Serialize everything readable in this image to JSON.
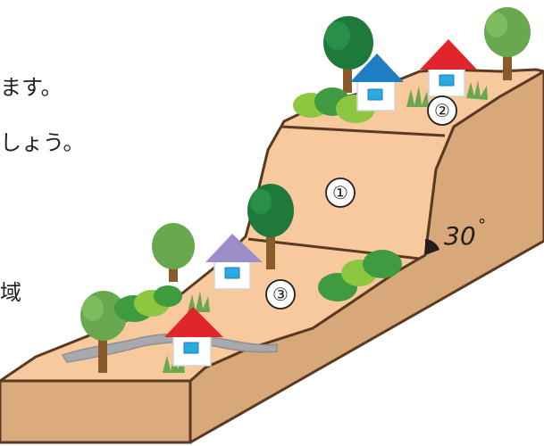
{
  "text_fragments": {
    "line_1": "ます。",
    "line_2": "しょう。",
    "line_3": "域"
  },
  "zone_labels": {
    "zone_1": "①",
    "zone_2": "②",
    "zone_3": "③"
  },
  "slope_angle": {
    "value": "30",
    "unit": "°"
  },
  "colors": {
    "ground_top": "#f8c99d",
    "ground_side": "#d9a878",
    "outline": "#5a3a24",
    "road": "#a7a9ac",
    "tree_dark": "#1e7a3a",
    "tree_light": "#6aa84f",
    "bush": "#8dc63f",
    "roof_red": "#e0262c",
    "roof_blue": "#1f7fc4",
    "roof_purple": "#9b8ec9",
    "window": "#29abe2"
  }
}
